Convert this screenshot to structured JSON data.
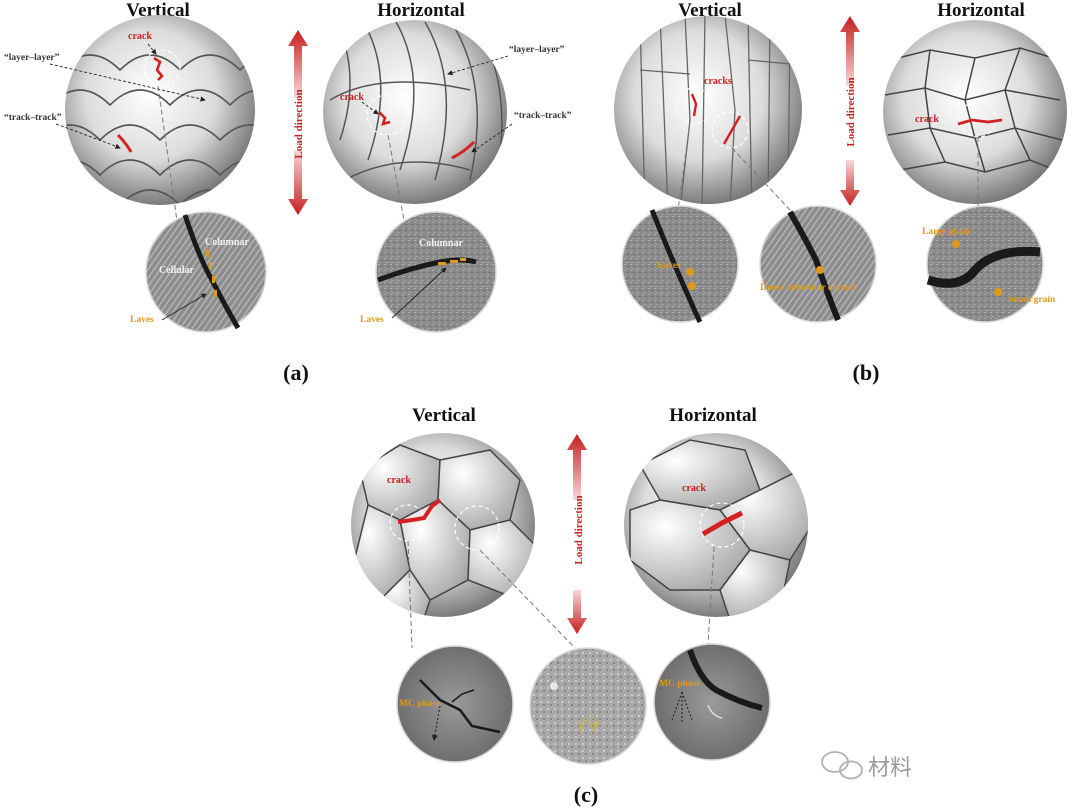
{
  "panel_a": {
    "vertical_title": "Vertical",
    "horizontal_title": "Horizontal",
    "crack_v": "crack",
    "crack_h": "crack",
    "layer_layer_v": "“layer–layer”",
    "track_track_v": "“track–track”",
    "layer_layer_h": "“layer–layer”",
    "track_track_h": "“track–track”",
    "columnar_v": "Columnar",
    "cellular_v": "Cellular",
    "columnar_h": "Columnar",
    "laves_v": "Laves",
    "laves_h": "Laves",
    "load_direction": "Load direction",
    "label": "(a)"
  },
  "panel_b": {
    "vertical_title": "Vertical",
    "horizontal_title": "Horizontal",
    "cracks": "cracks",
    "crack_h": "crack",
    "laves": "Laves",
    "dense_columnar": "Dense columnar crystal",
    "large_grain": "Large grain",
    "small_grain": "Small grain",
    "load_direction": "Load direction",
    "label": "(b)"
  },
  "panel_c": {
    "vertical_title": "Vertical",
    "horizontal_title": "Horizontal",
    "crack_v": "crack",
    "crack_h": "crack",
    "mc_phase_v": "MC phase",
    "mc_phase_h": "MC phase",
    "gamma_prime": "γ′/γ",
    "load_direction": "Load direction",
    "label": "(c)"
  },
  "watermark": "材料",
  "colors": {
    "crack": "#d42020",
    "arrow_top": "#f4d4d4",
    "arrow_bottom": "#c81e1e",
    "laves": "#e09a18"
  }
}
